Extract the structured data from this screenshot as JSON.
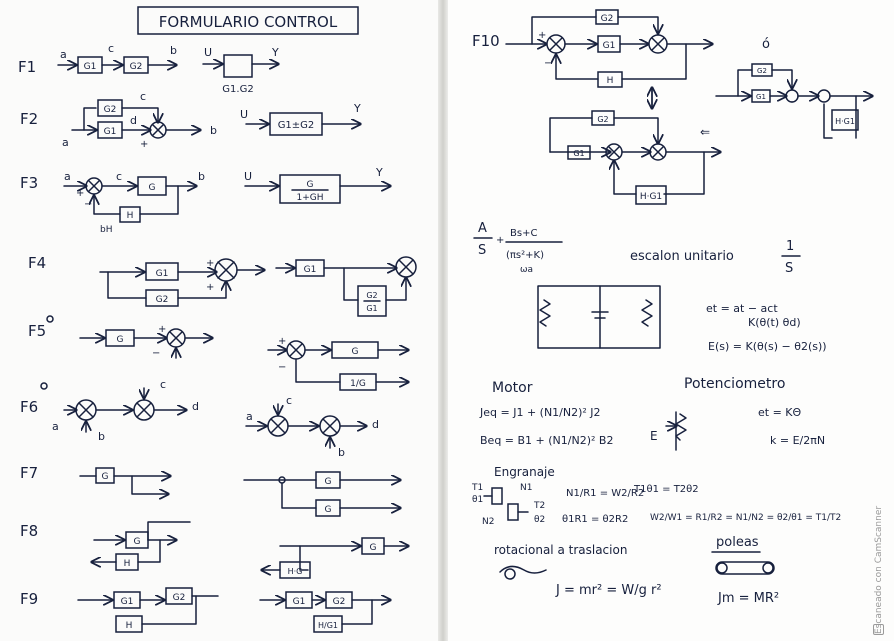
{
  "left_page": {
    "title": "FORMULARIO CONTROL",
    "f1": {
      "label": "F1",
      "in": "a",
      "mid": "c",
      "out": "b",
      "g1": "G1",
      "g2": "G2",
      "u": "U",
      "y": "Y",
      "result": "G1.G2"
    },
    "f2": {
      "label": "F2",
      "a": "a",
      "c": "c",
      "d": "d",
      "b": "b",
      "g1": "G1",
      "g2": "G2",
      "plus": "+",
      "u": "U",
      "y": "Y",
      "result": "G1±G2"
    },
    "f3": {
      "label": "F3",
      "a": "a",
      "c": "c",
      "b": "b",
      "g": "G",
      "h": "H",
      "bh": "bH",
      "plus": "+",
      "minus": "−",
      "u": "U",
      "y": "Y",
      "num": "G",
      "den": "1+GH"
    },
    "f4": {
      "label": "F4",
      "g1": "G1",
      "g2": "G2",
      "plus": "+",
      "g1b": "G1",
      "g2_num": "G2",
      "g2_den": "G1"
    },
    "f5": {
      "label": "F5",
      "g": "G",
      "plus": "+",
      "minus": "−",
      "gb": "G",
      "inv": "1/G"
    },
    "f6": {
      "label": "F6",
      "a": "a",
      "b": "b",
      "c": "c",
      "d": "d",
      "a2": "a",
      "b2": "b",
      "c2": "c",
      "d2": "d",
      "x": "×"
    },
    "f7": {
      "label": "F7",
      "g": "G",
      "g2": "G",
      "g3": "G"
    },
    "f8": {
      "label": "F8",
      "g": "G",
      "h": "H",
      "g2": "G",
      "hg": "H·G"
    },
    "f9": {
      "label": "F9",
      "g1": "G1",
      "g2": "G2",
      "h": "H",
      "g1b": "G1",
      "g2b": "G2",
      "hg": "H/G1"
    }
  },
  "right_page": {
    "f10": {
      "label": "F10",
      "g1": "G1",
      "g2": "G2",
      "h": "H",
      "plus": "+",
      "minus": "−",
      "o": "ó",
      "hg1": "H·G1",
      "hg2": "H·G1"
    },
    "laplace": {
      "a": "A",
      "s": "S",
      "num": "Bs+C",
      "den": "(πs²+K)",
      "note": "ωa",
      "escalon": "escalon unitario",
      "one": "1",
      "s2": "S"
    },
    "eqs": {
      "et": "et = at − act",
      "k": "K(θ(t) θd)",
      "eg": "E(s) = K(θ(s) − θ2(s))"
    },
    "motor": {
      "title": "Motor",
      "jeq": "Jeq = J1 + (N1/N2)² J2",
      "beq": "Beq = B1 + (N1/N2)² B2"
    },
    "pot": {
      "title": "Potenciometro",
      "et": "et = KΘ",
      "k": "k = E/2πN",
      "e": "E"
    },
    "engranaje": {
      "title": "Engranaje",
      "n1": "N1",
      "n2": "N2",
      "t1": "T1",
      "o1": "θ1",
      "t2": "T2",
      "o2": "θ2",
      "r1": "N1/R1 = W2/R2",
      "r2": "θ1R1 = θ2R2",
      "r3": "T1θ1 = T2θ2",
      "r4": "W2/W1 = R1/R2 = N1/N2 = θ2/θ1 = T1/T2"
    },
    "rotacion": {
      "title": "rotacional a traslacion",
      "j": "J = mr² = W/g r²"
    },
    "poleas": {
      "title": "poleas",
      "jm": "Jm = MR²"
    }
  },
  "watermark": {
    "text": "Escaneado con CamScanner"
  }
}
